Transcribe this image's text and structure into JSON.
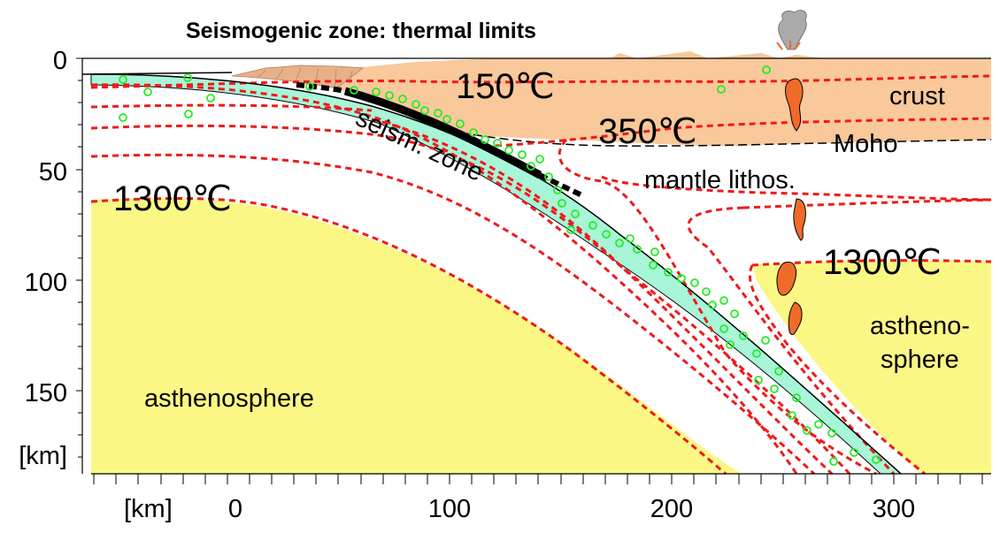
{
  "title": "Seismogenic zone: thermal limits",
  "labels": {
    "t150": "150℃",
    "t350": "350℃",
    "t1300_left": "1300℃",
    "t1300_right": "1300℃",
    "crust": "crust",
    "moho": "Moho",
    "mantle": "mantle lithos.",
    "seism_zone": "seism. zone",
    "astheno_left": "asthenosphere",
    "astheno_right_1": "astheno-",
    "astheno_right_2": "sphere"
  },
  "y_axis": {
    "ticks": [
      "0",
      "50",
      "100",
      "150"
    ],
    "unit": "[km]"
  },
  "x_axis": {
    "ticks": [
      "0",
      "100",
      "200",
      "300"
    ],
    "unit": "[km]"
  },
  "colors": {
    "crust": "#f9c89b",
    "asthenosphere": "#fbf785",
    "slab_crust": "#a8f5d8",
    "isotherm": "#ee1b1b",
    "earthquake": "#22ee22",
    "magma": "#f06a2a"
  },
  "icons": [
    "volcano-icon",
    "magma-blob-icon",
    "earthquake-marker-icon"
  ]
}
